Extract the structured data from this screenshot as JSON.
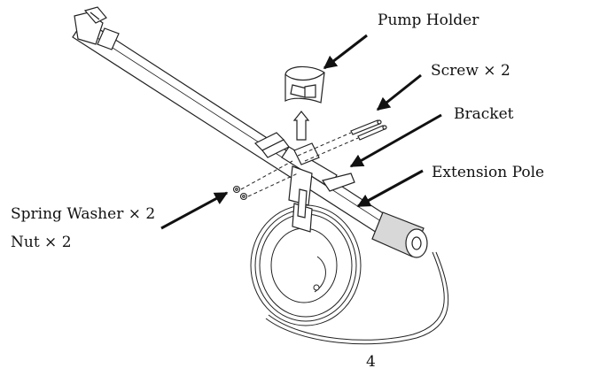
{
  "labels": {
    "pump_holder": "Pump Holder",
    "screw": "Screw × 2",
    "bracket": "Bracket",
    "extension_pole": "Extension Pole",
    "spring_washer": "Spring Washer × 2",
    "nut": "Nut × 2"
  },
  "page_number": "4"
}
